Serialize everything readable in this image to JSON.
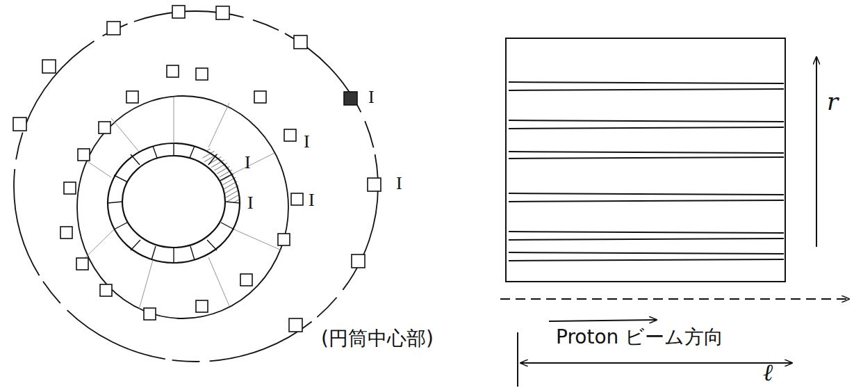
{
  "diagram": {
    "labels": [
      "I",
      "I",
      "I",
      "I",
      "I",
      "I",
      "r",
      "(円筒中心部)",
      "Proton ビーム方向",
      "ℓ"
    ]
  }
}
